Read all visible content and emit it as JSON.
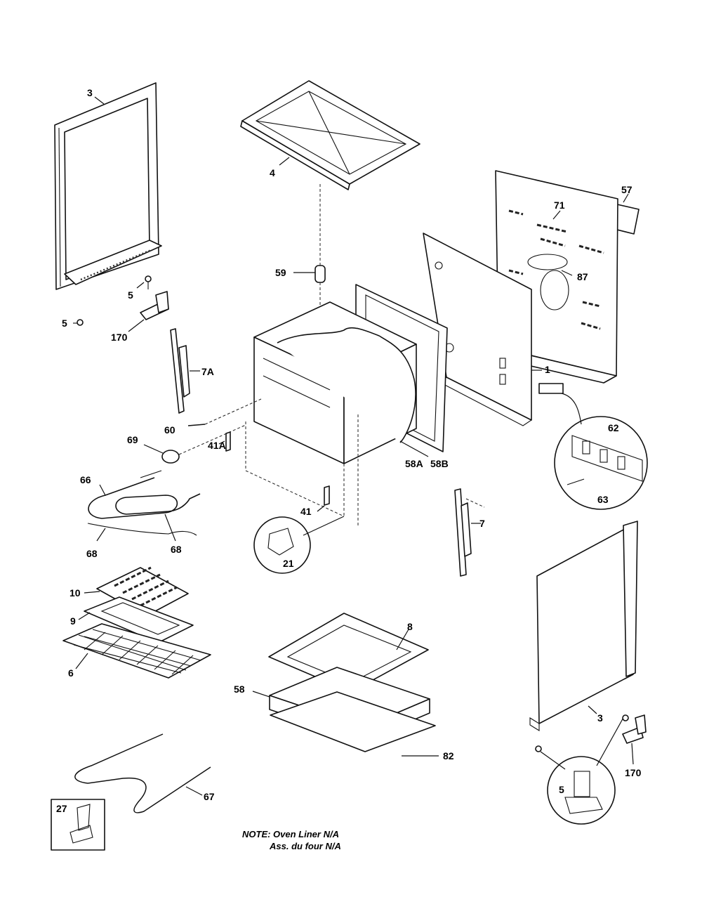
{
  "diagram": {
    "callouts": {
      "c3_left": "3",
      "c4": "4",
      "c57": "57",
      "c71": "71",
      "c87": "87",
      "c59": "59",
      "c5_a": "5",
      "c5_b": "5",
      "c170_left": "170",
      "c7A": "7A",
      "c1": "1",
      "c60": "60",
      "c69": "69",
      "c62": "62",
      "c41A": "41A",
      "c58A": "58A",
      "c58B": "58B",
      "c63": "63",
      "c66": "66",
      "c41": "41",
      "c7": "7",
      "c68_left": "68",
      "c68_right": "68",
      "c21": "21",
      "c10": "10",
      "c9": "9",
      "c8": "8",
      "c6": "6",
      "c58": "58",
      "c3_right": "3",
      "c82": "82",
      "c170_right": "170",
      "c67": "67",
      "c27": "27",
      "c5_detail": "5"
    },
    "note_line1": "NOTE: Oven Liner N/A",
    "note_line2": "Ass. du four N/A"
  }
}
